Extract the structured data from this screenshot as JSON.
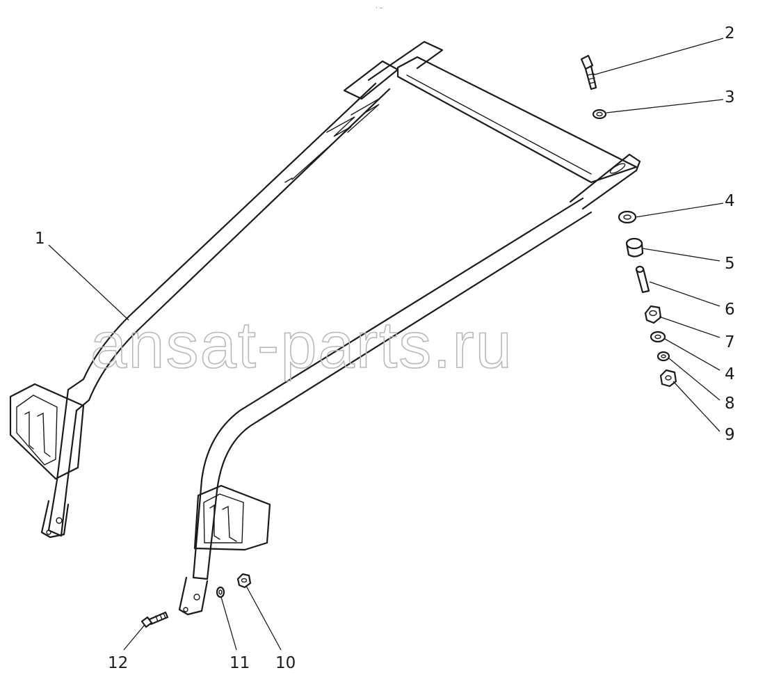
{
  "header_mark": "· –",
  "watermark": "ansat-parts.ru",
  "callouts": [
    "1",
    "2",
    "3",
    "4",
    "5",
    "6",
    "7",
    "4",
    "8",
    "9",
    "10",
    "11",
    "12"
  ],
  "colors": {
    "line": "#1a1a1a",
    "watermark": "#b8b8b8",
    "background": "#ffffff"
  }
}
